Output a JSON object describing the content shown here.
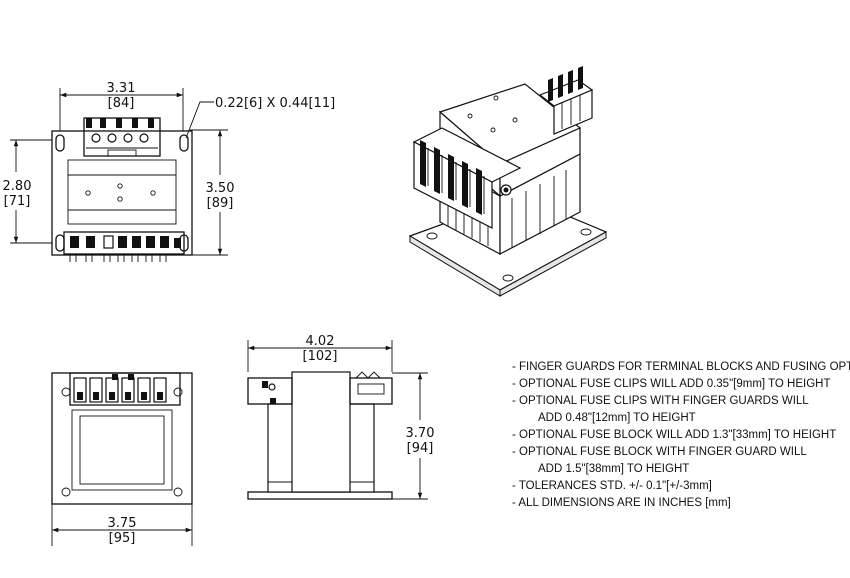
{
  "dimensions": {
    "top_width": "3.31",
    "top_width_mm": "[84]",
    "slot": "0.22[6] X 0.44[11]",
    "top_left_height": "2.80",
    "top_left_height_mm": "[71]",
    "top_right_height": "3.50",
    "top_right_height_mm": "[89]",
    "side_width": "4.02",
    "side_width_mm": "[102]",
    "side_height": "3.70",
    "side_height_mm": "[94]",
    "front_width": "3.75",
    "front_width_mm": "[95]"
  },
  "notes": [
    "- FINGER GUARDS FOR TERMINAL BLOCKS AND FUSING OPTIONAL",
    "- OPTIONAL FUSE CLIPS WILL ADD 0.35\"[9mm] TO HEIGHT",
    "- OPTIONAL FUSE CLIPS WITH FINGER GUARDS WILL",
    "ADD 0.48\"[12mm] TO HEIGHT",
    "- OPTIONAL FUSE BLOCK WILL ADD 1.3\"[33mm] TO HEIGHT",
    "- OPTIONAL FUSE BLOCK WITH FINGER GUARD WILL",
    "ADD 1.5\"[38mm] TO HEIGHT",
    "- TOLERANCES STD. +/- 0.1\"[+/-3mm]",
    "- ALL DIMENSIONS ARE IN INCHES [mm]"
  ]
}
